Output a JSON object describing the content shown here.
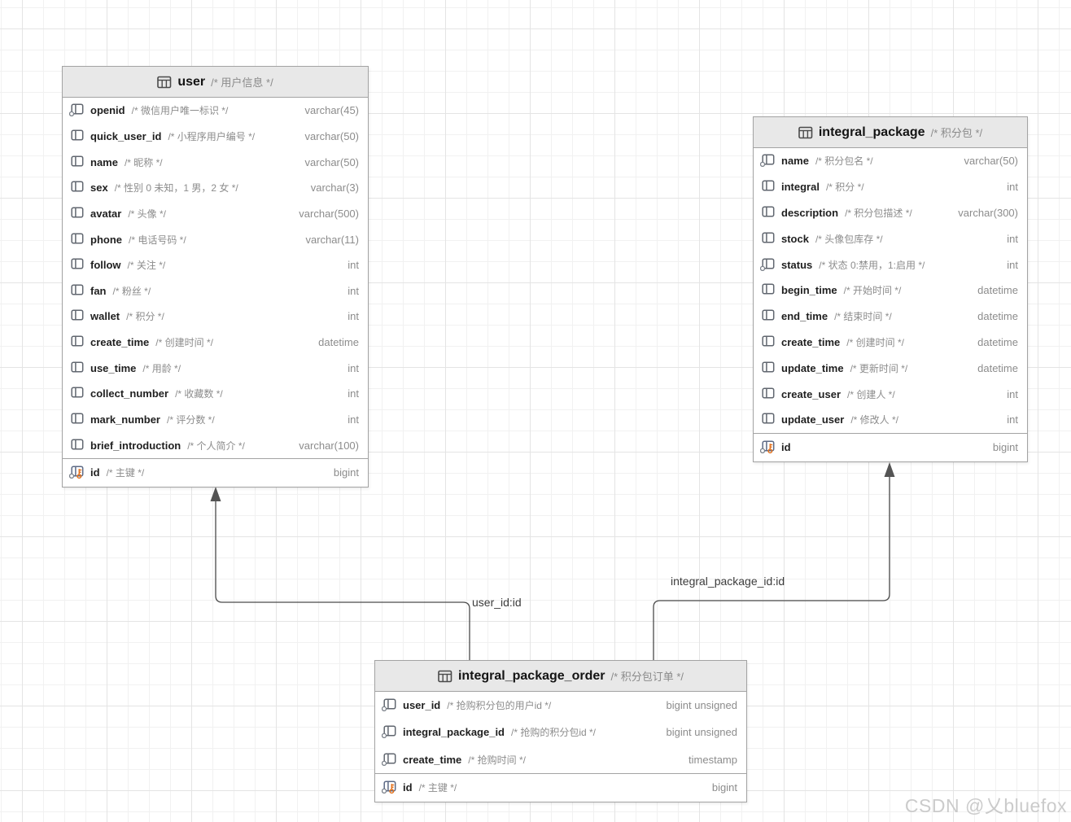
{
  "canvas": {
    "watermark": "CSDN @乂bluefox"
  },
  "relations": [
    {
      "label": "user_id:id"
    },
    {
      "label": "integral_package_id:id"
    }
  ],
  "entities": [
    {
      "title": "user",
      "comment": "/* 用户信息 */",
      "fields": [
        {
          "name": "openid",
          "comment": "/* 微信用户唯一标识 */",
          "type": "varchar(45)",
          "ring": true
        },
        {
          "name": "quick_user_id",
          "comment": "/* 小程序用户编号 */",
          "type": "varchar(50)",
          "ring": false
        },
        {
          "name": "name",
          "comment": "/* 昵称 */",
          "type": "varchar(50)",
          "ring": false
        },
        {
          "name": "sex",
          "comment": "/* 性别 0 未知，1 男，2 女 */",
          "type": "varchar(3)",
          "ring": false
        },
        {
          "name": "avatar",
          "comment": "/* 头像 */",
          "type": "varchar(500)",
          "ring": false
        },
        {
          "name": "phone",
          "comment": "/* 电话号码 */",
          "type": "varchar(11)",
          "ring": false
        },
        {
          "name": "follow",
          "comment": "/* 关注 */",
          "type": "int",
          "ring": false
        },
        {
          "name": "fan",
          "comment": "/* 粉丝 */",
          "type": "int",
          "ring": false
        },
        {
          "name": "wallet",
          "comment": "/* 积分 */",
          "type": "int",
          "ring": false
        },
        {
          "name": "create_time",
          "comment": "/* 创建时间 */",
          "type": "datetime",
          "ring": false
        },
        {
          "name": "use_time",
          "comment": "/* 用龄 */",
          "type": "int",
          "ring": false
        },
        {
          "name": "collect_number",
          "comment": "/* 收藏数 */",
          "type": "int",
          "ring": false
        },
        {
          "name": "mark_number",
          "comment": "/* 评分数 */",
          "type": "int",
          "ring": false
        },
        {
          "name": "brief_introduction",
          "comment": "/* 个人简介 */",
          "type": "varchar(100)",
          "ring": false
        }
      ],
      "pk": {
        "name": "id",
        "comment": "/* 主键 */",
        "type": "bigint"
      }
    },
    {
      "title": "integral_package",
      "comment": "/* 积分包 */",
      "fields": [
        {
          "name": "name",
          "comment": "/* 积分包名 */",
          "type": "varchar(50)",
          "ring": true
        },
        {
          "name": "integral",
          "comment": "/* 积分 */",
          "type": "int",
          "ring": false
        },
        {
          "name": "description",
          "comment": "/* 积分包描述 */",
          "type": "varchar(300)",
          "ring": false
        },
        {
          "name": "stock",
          "comment": "/* 头像包库存 */",
          "type": "int",
          "ring": false
        },
        {
          "name": "status",
          "comment": "/* 状态 0:禁用，1:启用 */",
          "type": "int",
          "ring": true
        },
        {
          "name": "begin_time",
          "comment": "/* 开始时间 */",
          "type": "datetime",
          "ring": false
        },
        {
          "name": "end_time",
          "comment": "/* 结束时间 */",
          "type": "datetime",
          "ring": false
        },
        {
          "name": "create_time",
          "comment": "/* 创建时间 */",
          "type": "datetime",
          "ring": false
        },
        {
          "name": "update_time",
          "comment": "/* 更新时间 */",
          "type": "datetime",
          "ring": false
        },
        {
          "name": "create_user",
          "comment": "/* 创建人 */",
          "type": "int",
          "ring": false
        },
        {
          "name": "update_user",
          "comment": "/* 修改人 */",
          "type": "int",
          "ring": false
        }
      ],
      "pk": {
        "name": "id",
        "comment": "",
        "type": "bigint"
      }
    },
    {
      "title": "integral_package_order",
      "comment": "/* 积分包订单 */",
      "fields": [
        {
          "name": "user_id",
          "comment": "/* 抢购积分包的用户id */",
          "type": "bigint unsigned",
          "ring": true
        },
        {
          "name": "integral_package_id",
          "comment": "/* 抢购的积分包id */",
          "type": "bigint unsigned",
          "ring": true
        },
        {
          "name": "create_time",
          "comment": "/* 抢购时间 */",
          "type": "timestamp",
          "ring": true
        }
      ],
      "pk": {
        "name": "id",
        "comment": "/* 主键 */",
        "type": "bigint"
      }
    }
  ]
}
